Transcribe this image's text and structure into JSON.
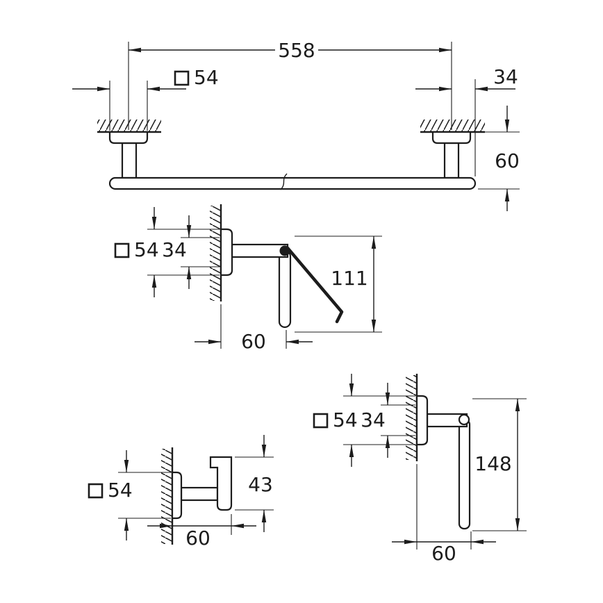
{
  "colors": {
    "line": "#1c1c1c",
    "background": "#ffffff"
  },
  "views": {
    "towel_bar": {
      "label": "towel-bar-front-view",
      "dims": {
        "span": "558",
        "plate_size": "54",
        "end_offset": "34",
        "drop": "60"
      }
    },
    "paper_holder": {
      "label": "paper-holder-side-view",
      "dims": {
        "plate_size": "54",
        "inner_size": "34",
        "height": "111",
        "projection": "60"
      }
    },
    "hook": {
      "label": "hook-side-view",
      "dims": {
        "plate_size": "54",
        "height": "43",
        "projection": "60"
      }
    },
    "towel_ring": {
      "label": "towel-ring-side-view",
      "dims": {
        "plate_size": "54",
        "inner_size": "34",
        "height": "148",
        "projection": "60"
      }
    }
  }
}
